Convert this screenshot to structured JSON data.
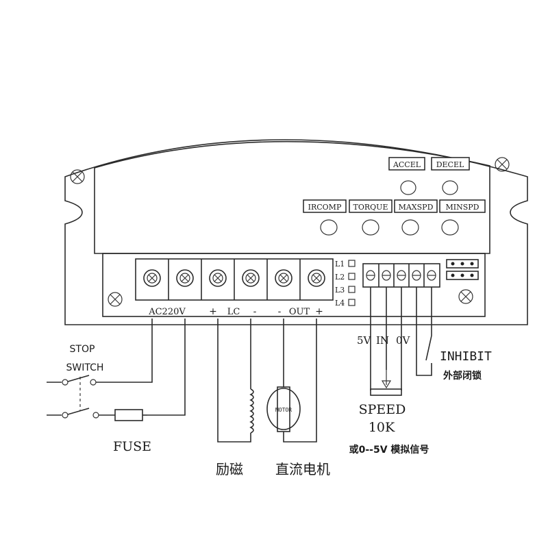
{
  "board": {
    "pots_top": [
      "ACCEL",
      "DECEL"
    ],
    "pots_bottom": [
      "IRCOMP",
      "TORQUE",
      "MAXSPD",
      "MINSPD"
    ],
    "leds": [
      "L1",
      "L2",
      "L3",
      "L4"
    ]
  },
  "terminals": {
    "ac_label": "AC220V",
    "lc_plus": "+",
    "lc_label": "LC",
    "lc_minus": "-",
    "out_minus": "-",
    "out_label": "OUT",
    "out_plus": "+"
  },
  "signal": {
    "v5": "5V",
    "vin": "IN",
    "v0": "0V",
    "inhibit": "INHIBIT",
    "inhibit_cn": "外部闭锁",
    "speed": "SPEED",
    "speed_value": "10K",
    "speed_alt": "或0--5V 模拟信号"
  },
  "wiring": {
    "stop_switch_line1": "STOP",
    "stop_switch_line2": "SWITCH",
    "fuse": "FUSE",
    "motor_badge": "MOTOR",
    "field_label": "励磁",
    "motor_label": "直流电机"
  }
}
